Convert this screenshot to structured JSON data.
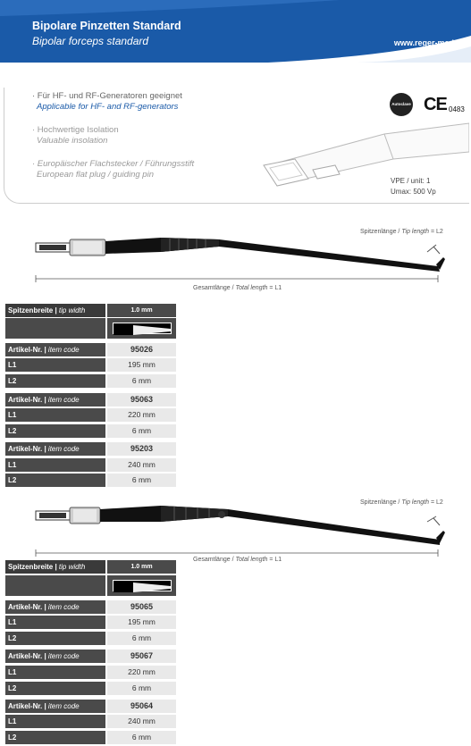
{
  "header": {
    "title": "Bipolare Pinzetten Standard",
    "subtitle": "Bipolar forceps standard",
    "url": "www.reger-med.de"
  },
  "features": [
    {
      "de": "· Für HF- und RF-Generatoren geeignet",
      "en": "Applicable for HF- and RF-generators"
    },
    {
      "de": "· Hochwertige Isolation",
      "en": "Valuable insolation"
    },
    {
      "de": "· Europäischer Flachstecker / Führungsstift",
      "en": "European flat plug / guiding pin"
    }
  ],
  "pack": {
    "vpe": "VPE / unit: 1",
    "umax": "Umax: 500 Vp"
  },
  "certs": {
    "autoclave": "Autoclave",
    "ce": "CE",
    "ce_number": "0483"
  },
  "colors": {
    "header_blue": "#1a5aa8",
    "dark_cell": "#4a4a4a",
    "light_cell": "#e9e9e9"
  },
  "instrument_labels": {
    "tip_de": "Spitzenlänge / ",
    "tip_en": "Tip length",
    "tip_suffix": " = L2",
    "total_de": "Gesamtlänge / ",
    "total_en": "Total length",
    "total_suffix": " = L1"
  },
  "tables": [
    {
      "tip_width_label": "Spitzenbreite | ",
      "tip_width_label_en": "tip width",
      "tip_width_value": "1.0 mm",
      "items": [
        {
          "code": "95026",
          "l1": "195 mm",
          "l2": "6 mm"
        },
        {
          "code": "95063",
          "l1": "220 mm",
          "l2": "6 mm"
        },
        {
          "code": "95203",
          "l1": "240 mm",
          "l2": "6 mm"
        }
      ]
    },
    {
      "tip_width_label": "Spitzenbreite | ",
      "tip_width_label_en": "tip width",
      "tip_width_value": "1.0 mm",
      "items": [
        {
          "code": "95065",
          "l1": "195 mm",
          "l2": "6 mm"
        },
        {
          "code": "95067",
          "l1": "220 mm",
          "l2": "6 mm"
        },
        {
          "code": "95064",
          "l1": "240 mm",
          "l2": "6 mm"
        }
      ]
    }
  ],
  "row_labels": {
    "article_de": "Artikel-Nr. | ",
    "article_en": "item code",
    "l1": "L1",
    "l2": "L2"
  }
}
